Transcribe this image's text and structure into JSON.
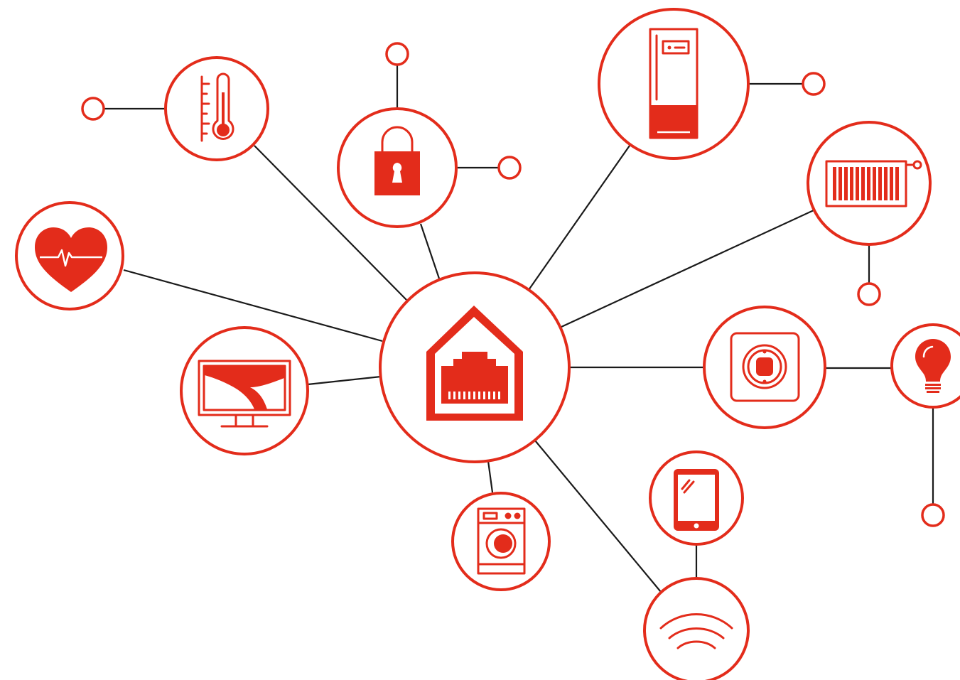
{
  "diagram": {
    "type": "smart-home-network",
    "colors": {
      "accent": "#e32c1b",
      "line": "#1a1a1a",
      "background": "#ffffff"
    },
    "hub": {
      "icon": "house-ethernet-icon"
    },
    "devices": [
      {
        "id": "thermometer",
        "icon": "thermometer-icon",
        "terminals": 1
      },
      {
        "id": "lock",
        "icon": "padlock-icon",
        "terminals": 2
      },
      {
        "id": "heating-boiler",
        "icon": "boiler-cabinet-icon",
        "terminals": 1
      },
      {
        "id": "radiator",
        "icon": "radiator-icon",
        "terminals": 1
      },
      {
        "id": "health",
        "icon": "heartbeat-icon",
        "terminals": 0
      },
      {
        "id": "television",
        "icon": "tv-monitor-icon",
        "terminals": 0
      },
      {
        "id": "wall-switch",
        "icon": "wall-switch-icon",
        "terminals": 0
      },
      {
        "id": "light-bulb",
        "icon": "light-bulb-icon",
        "terminals": 1
      },
      {
        "id": "washing-machine",
        "icon": "washing-machine-icon",
        "terminals": 0
      },
      {
        "id": "wifi",
        "icon": "wifi-icon",
        "terminals": 0
      },
      {
        "id": "tablet",
        "icon": "tablet-icon",
        "terminals": 0
      }
    ]
  }
}
